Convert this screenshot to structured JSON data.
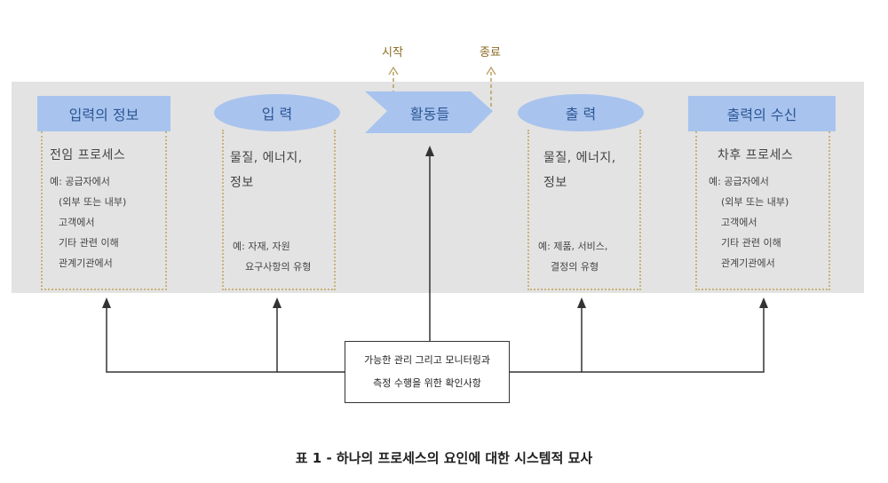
{
  "colors": {
    "header_fill": "#a8c3ee",
    "header_text": "#2c5694",
    "band": "#e3e3e3",
    "dotted": "#c9b27a"
  },
  "top_labels": {
    "start": "시작",
    "end": "종료"
  },
  "columns": [
    {
      "header": "입력의 정보",
      "title": "전임 프로세스",
      "details": [
        "예: 공급자에서",
        "(외부 또는 내부)",
        "고객에서",
        "기타 관련 이해",
        "관계기관에서"
      ]
    },
    {
      "header": "입 력",
      "title_lines": [
        "물질, 에너지,",
        "정보"
      ],
      "details": [
        "예: 자재, 자원",
        "요구사항의 유형"
      ]
    },
    {
      "header": "활동들"
    },
    {
      "header": "출 력",
      "title_lines": [
        "물질, 에너지,",
        "정보"
      ],
      "details": [
        "예: 제품, 서비스,",
        "결정의 유형"
      ]
    },
    {
      "header": "출력의 수신",
      "title": "차후 프로세스",
      "details": [
        "예: 공급자에서",
        "(외부 또는 내부)",
        "고객에서",
        "기타 관련 이해",
        "관계기관에서"
      ]
    }
  ],
  "note": {
    "line1": "가능한 관리 그리고 모니터링과",
    "line2": "측정 수행을 위한 확인사항"
  },
  "caption": "표 1 - 하나의 프로세스의 요인에 대한 시스템적 묘사"
}
